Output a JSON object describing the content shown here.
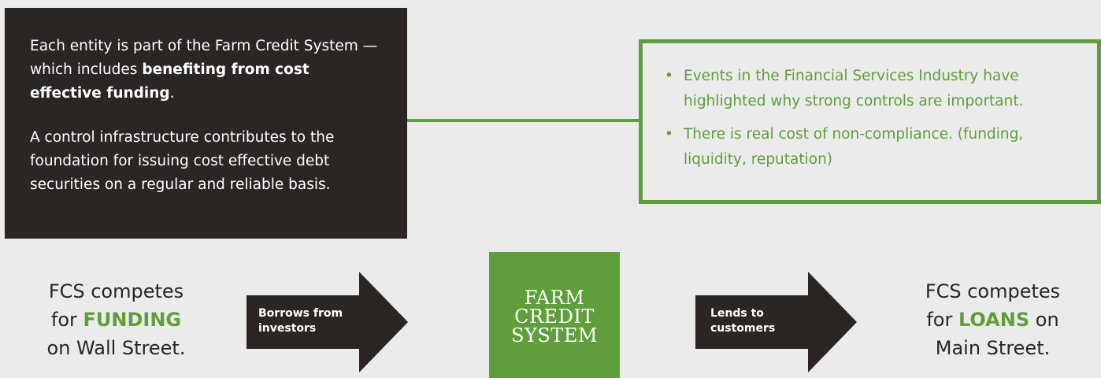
{
  "colors": {
    "dark": "#2b2624",
    "green": "#5f9e3b",
    "background": "#ebebeb"
  },
  "dark_box": {
    "p1_text_before": "Each entity is part of the Farm Credit System — which includes ",
    "p1_bold": "benefiting from cost effective funding",
    "p1_text_after": ".",
    "p2": "A control infrastructure contributes to the foundation for issuing cost effective debt securities on a regular and reliable basis."
  },
  "green_box": {
    "bullet_symbol": "•",
    "items": [
      "Events in the Financial Services Industry have highlighted why strong controls are important.",
      "There is real cost of non-compliance. (funding, liquidity, reputation)"
    ]
  },
  "left": {
    "line1": "FCS competes",
    "line2_prefix": "for ",
    "line2_highlight": "FUNDING",
    "line3": "on Wall Street."
  },
  "arrow_left": {
    "label": "Borrows from investors"
  },
  "center": {
    "lines": [
      "FARM",
      "CREDIT",
      "SYSTEM"
    ]
  },
  "arrow_right": {
    "label": "Lends to customers"
  },
  "right": {
    "line1": "FCS competes",
    "line2_prefix": "for ",
    "line2_highlight": "LOANS",
    "line2_suffix": " on",
    "line3": "Main Street."
  }
}
